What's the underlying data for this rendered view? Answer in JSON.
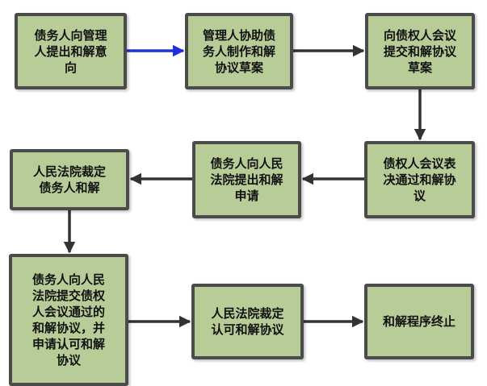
{
  "flow": {
    "steps": [
      "债务人向管理\n人提出和解意\n向",
      "管理人协助债\n务人制作和解\n协议草案",
      "向债权人会议\n提交和解协议\n草案",
      "债权人会议表\n决通过和解协\n议",
      "债务人向人民\n法院提出和解\n申请",
      "人民法院裁定\n债务人和解",
      "债务人向人民\n法院提交债权\n人会议通过的\n和解协议，并\n申请认可和解\n协议",
      "人民法院裁定\n认可和解协议",
      "和解程序终止"
    ]
  },
  "colors": {
    "box_fill": "#b8cc97",
    "box_border": "#4b4b4b",
    "arrow_dark": "#333333",
    "arrow_blue": "#1f2fe0"
  }
}
